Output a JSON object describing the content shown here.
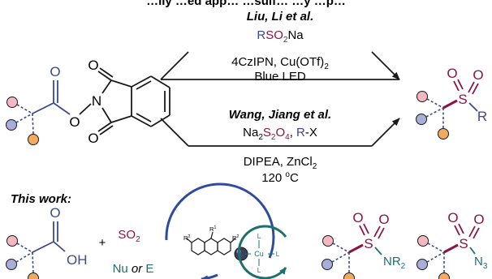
{
  "header_text": "…lly …ed app… …sulf… …y …p…",
  "route1": {
    "authors": "Liu, Li et al.",
    "reagent": {
      "pre": "R",
      "mid": "SO",
      "sub": "2",
      "post": "Na"
    },
    "conditions": [
      {
        "pre": "4CzIPN, Cu(OTf)",
        "sub": "2"
      },
      "Blue LED"
    ]
  },
  "route2": {
    "authors": "Wang, Jiang et al.",
    "reagent": {
      "a": "Na",
      "s1": "2",
      "b": "S",
      "s2": "2",
      "c": "O",
      "s3": "4",
      "d": ", ",
      "e": "R",
      "f": "-X"
    },
    "conditions": [
      {
        "pre": "DIPEA, ZnCl",
        "sub": "2"
      },
      {
        "pre": "120 ",
        "sup": "o",
        "post": "C"
      }
    ]
  },
  "this_work": {
    "label": "This work:",
    "plus": "+",
    "so2": {
      "pre": "SO",
      "sub": "2"
    },
    "nu_e": {
      "a": "Nu ",
      "or": "or",
      "b": " E"
    },
    "photocat_labels": {
      "r1": "R",
      "r1_sup": "1",
      "r2": "R",
      "r2_sup": "2"
    },
    "cu_label": "Cu",
    "ligand": "L",
    "product1_group": {
      "pre": "NR",
      "sub": "2"
    },
    "product2_group": {
      "pre": "N",
      "sub": "3"
    }
  },
  "atoms": {
    "O": "O",
    "N": "N",
    "S": "S",
    "R": "R",
    "OH": "OH"
  },
  "colors": {
    "substituent_pink": "#f3b9c0",
    "substituent_blue": "#a9aed9",
    "substituent_orange": "#f2aa5f",
    "bond_blue": "#3b4a8c",
    "bond_maroon": "#8a1448",
    "cycle_teal": "#1f6f6c",
    "arrow": "#1a1a1a"
  }
}
